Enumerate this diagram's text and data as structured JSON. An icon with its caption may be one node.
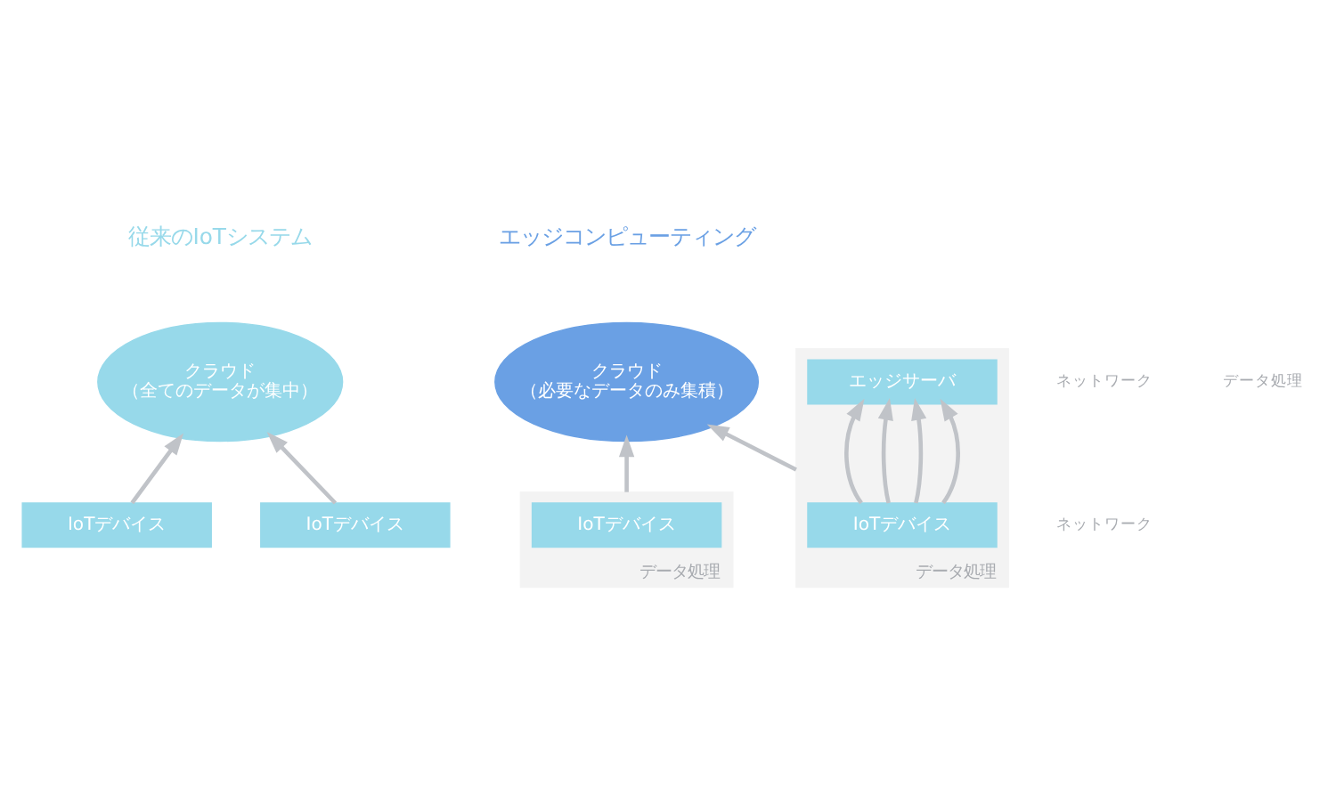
{
  "diagram": {
    "nodes": [
      {
        "text": [
          "クラウド",
          "（全てのデータが集中）"
        ]
      },
      {
        "text": [
          "IoTデバイス"
        ]
      },
      {
        "text": [
          "IoTデバイス"
        ]
      },
      {
        "text": [
          "クラウド",
          "（必要なデータのみ集積）"
        ]
      },
      {
        "text": [
          "データ処理"
        ]
      },
      {
        "text": [
          "IoTデバイス"
        ],
        "in": 4
      },
      {
        "text": [
          "データ処理"
        ]
      },
      {
        "text": [
          "エッジサーバ"
        ],
        "in": 6
      },
      {
        "text": [
          "IoTデバイス"
        ],
        "in": 6
      }
    ],
    "edges": [
      {
        "from": 1,
        "to": 0,
        "arrow": "to"
      },
      {
        "from": 2,
        "to": 0,
        "arrow": "to"
      },
      {
        "from": 4,
        "to": 3,
        "arrow": "to"
      },
      {
        "from": 6,
        "to": 3,
        "arrow": "to"
      },
      {
        "from": 8,
        "to": 7,
        "arrow": "to"
      },
      {
        "from": 8,
        "to": 7,
        "arrow": "to"
      },
      {
        "from": 8,
        "to": 7,
        "arrow": "to"
      },
      {
        "from": 8,
        "to": 7,
        "arrow": "to"
      }
    ],
    "labels": [
      "従来のIoTシステム",
      "データ処理",
      "ネットワーク",
      "エッジコンピューティング",
      "ネットワーク"
    ]
  }
}
